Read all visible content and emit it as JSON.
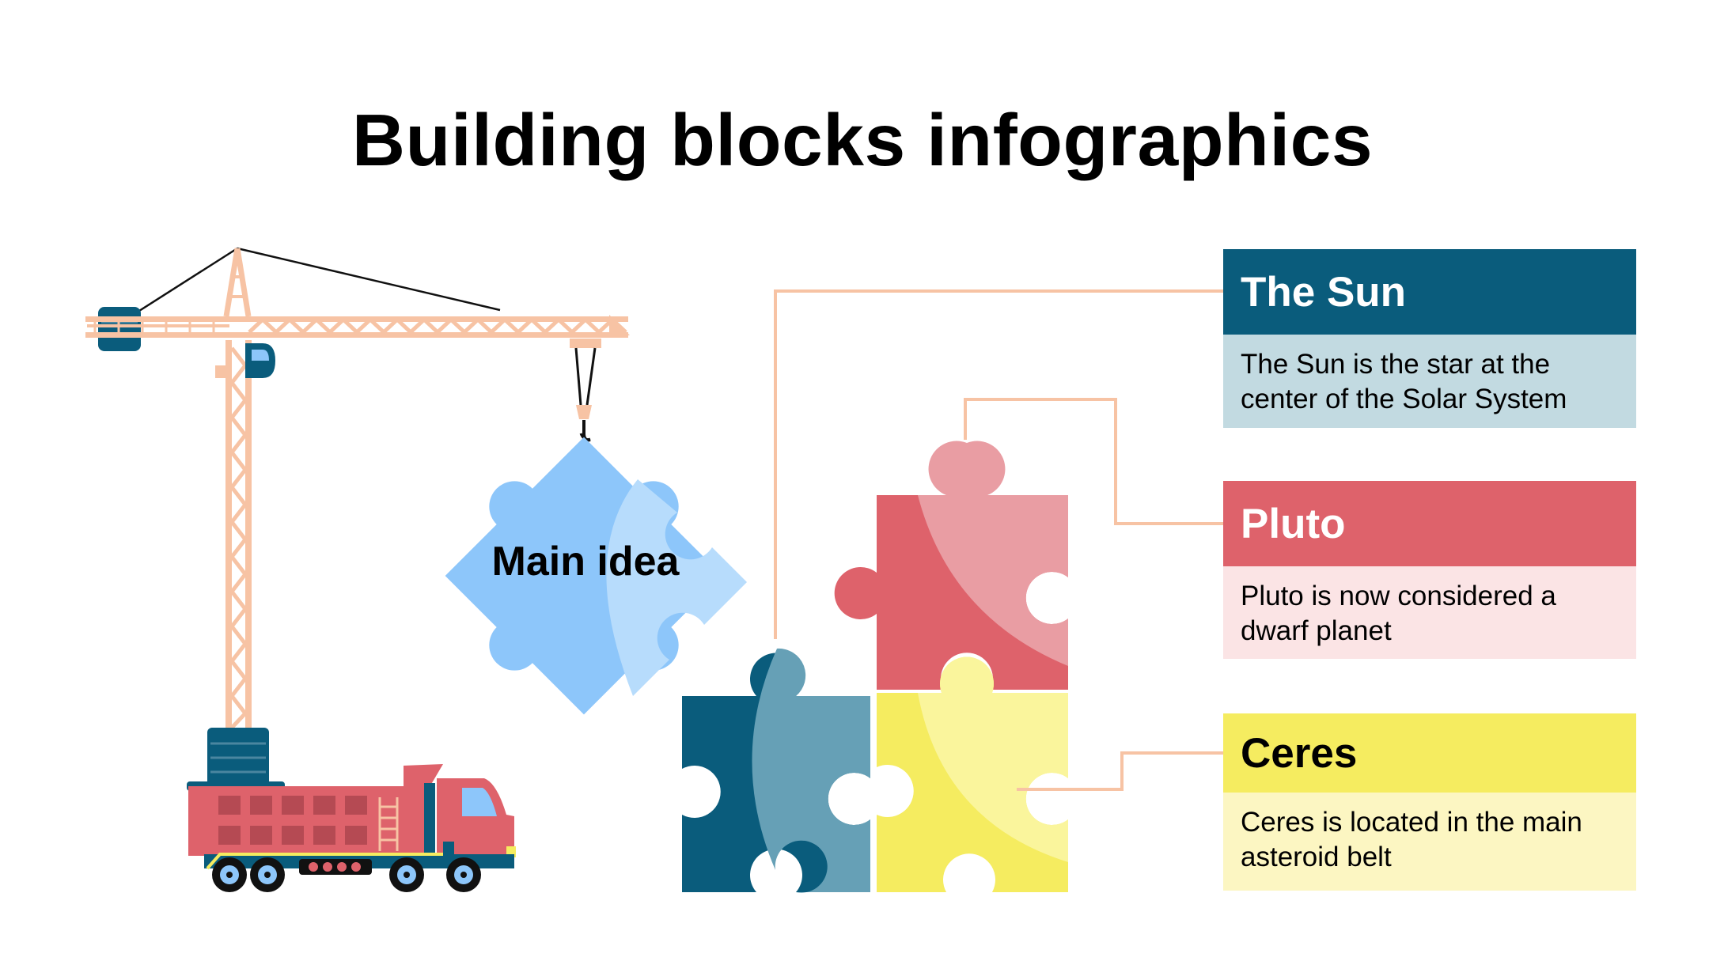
{
  "title": "Building blocks infographics",
  "main_idea": "Main idea",
  "cards": [
    {
      "title": "The Sun",
      "text_line1": "The Sun is the star at the",
      "text_line2": "center of the Solar System"
    },
    {
      "title": "Pluto",
      "text_line1": "Pluto is now considered a",
      "text_line2": "dwarf planet"
    },
    {
      "title": "Ceres",
      "text_line1": "Ceres is located in the main",
      "text_line2": "asteroid belt"
    }
  ],
  "colors": {
    "sun": "#0a5c7c",
    "sun_light": "#c2dae1",
    "pluto": "#de626b",
    "pluto_light": "#fbe4e5",
    "ceres": "#f5ec60",
    "ceres_light": "#fcf6c2",
    "main_idea": "#8dc6fa",
    "connector": "#f7c3a4",
    "crane": "#f7c3a4",
    "truck": "#de626b"
  }
}
